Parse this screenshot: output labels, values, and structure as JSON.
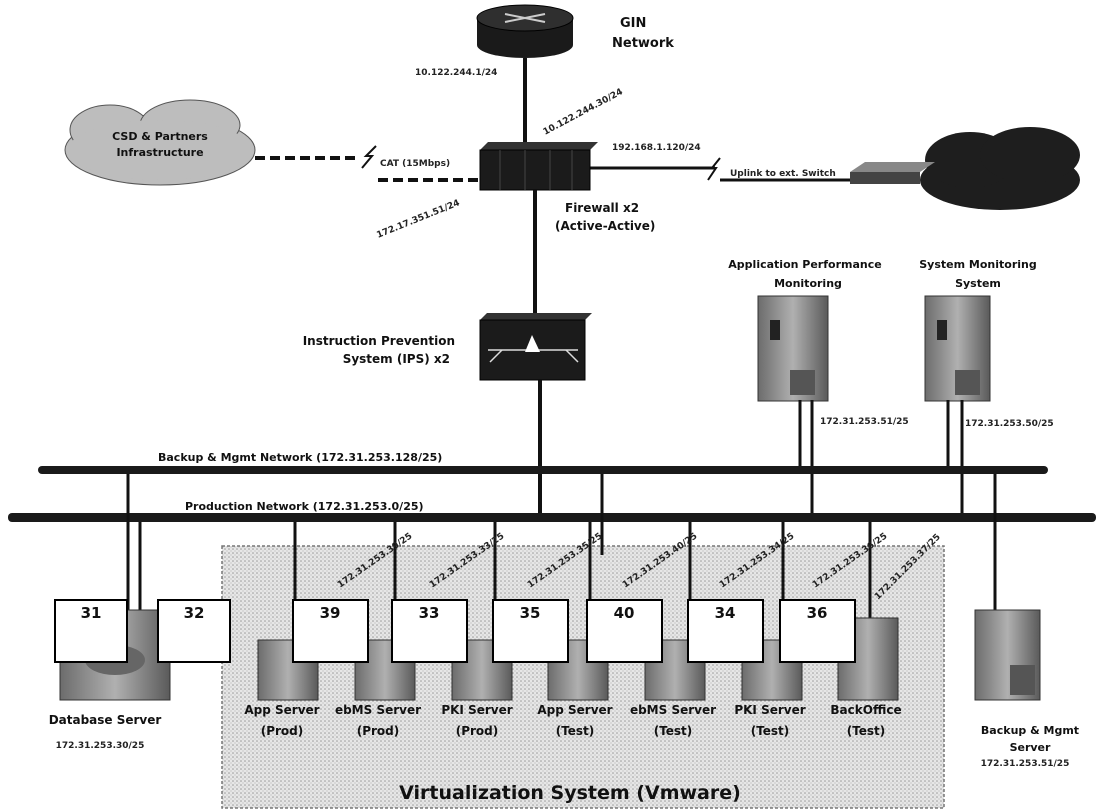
{
  "gin": {
    "label_1": "GIN",
    "label_2": "Network",
    "ip": "10.122.244.1/24",
    "link_ip": "10.122.244.30/24"
  },
  "cloud_left": {
    "label_1": "CSD & Partners",
    "label_2": "Infrastructure"
  },
  "cat_label": "CAT (15Mbps)",
  "firewall": {
    "label_1": "Firewall x2",
    "label_2": "(Active-Active)",
    "left_ip": "172.17.351.51/24",
    "right_ip": "192.168.1.120/24",
    "uplink": "Uplink to ext. Switch"
  },
  "ips": {
    "label_1": "Instruction Prevention",
    "label_2": "System (IPS) x2"
  },
  "apm": {
    "label_1": "Application Performance",
    "label_2": "Monitoring",
    "ip": "172.31.253.51/25"
  },
  "sms": {
    "label_1": "System Monitoring",
    "label_2": "System",
    "ip": "172.31.253.50/25"
  },
  "backup_network": "Backup & Mgmt Network  (172.31.253.128/25)",
  "production_network": "Production Network (172.31.253.0/25)",
  "database": {
    "label": "Database Server",
    "ip": "172.31.253.30/25"
  },
  "backup_server": {
    "label_1": "Backup & Mgmt",
    "label_2": "Server",
    "ip": "172.31.253.51/25"
  },
  "virtualization": "Virtualization System (Vmware)",
  "boxes": [
    {
      "num": "31"
    },
    {
      "num": "32"
    },
    {
      "num": "39"
    },
    {
      "num": "33"
    },
    {
      "num": "35"
    },
    {
      "num": "40"
    },
    {
      "num": "34"
    },
    {
      "num": "36"
    }
  ],
  "vm_ips": [
    "172.31.253.39/25",
    "172.31.253.33/25",
    "172.31.253.35/25",
    "172.31.253.40/25",
    "172.31.253.34/25",
    "172.31.253.36/25",
    "172.31.253.37/25"
  ],
  "servers": [
    {
      "name": "App Server",
      "env": "(Prod)"
    },
    {
      "name": "ebMS Server",
      "env": "(Prod)"
    },
    {
      "name": "PKI Server",
      "env": "(Prod)"
    },
    {
      "name": "App Server",
      "env": "(Test)"
    },
    {
      "name": "ebMS Server",
      "env": "(Test)"
    },
    {
      "name": "PKI Server",
      "env": "(Test)"
    },
    {
      "name": "BackOffice",
      "env": "(Test)"
    }
  ]
}
